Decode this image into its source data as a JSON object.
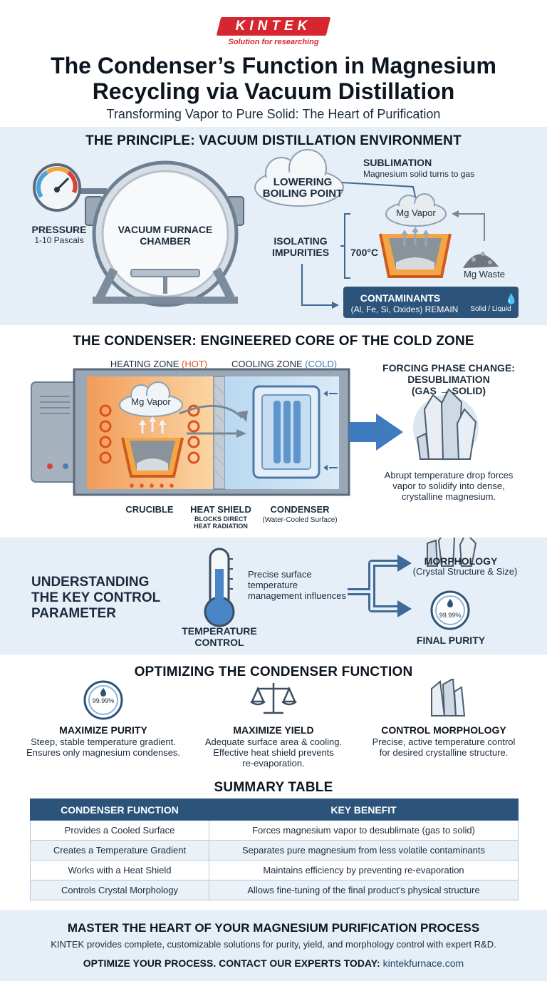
{
  "header": {
    "logo": "KINTEK",
    "logo_tagline": "Solution for researching",
    "title_line1": "The Condenser’s Function in Magnesium",
    "title_line2": "Recycling via Vacuum Distillation",
    "subtitle": "Transforming Vapor to Pure Solid: The Heart of Purification"
  },
  "principle": {
    "title": "THE PRINCIPLE: VACUUM DISTILLATION ENVIRONMENT",
    "pressure_label": "PRESSURE",
    "pressure_value": "1-10 Pascals",
    "chamber_label_1": "VACUUM FURNACE",
    "chamber_label_2": "CHAMBER",
    "cloud_1": "LOWERING",
    "cloud_2": "BOILING POINT",
    "sublimation_title": "SUBLIMATION",
    "sublimation_desc": "Magnesium solid turns to gas",
    "mg_vapor": "Mg Vapor",
    "isolating_1": "ISOLATING",
    "isolating_2": "IMPURITIES",
    "temperature": "700°C",
    "mg_waste": "Mg Waste",
    "contaminants_title": "CONTAMINANTS",
    "contaminants_desc": "(Al, Fe, Si, Oxides) REMAIN",
    "solid_liquid": "Solid / Liquid"
  },
  "condenser": {
    "title": "THE CONDENSER: ENGINEERED CORE OF THE COLD ZONE",
    "heating_zone": "HEATING ZONE",
    "heating_tag": "(HOT)",
    "cooling_zone": "COOLING ZONE",
    "cooling_tag": "(COLD)",
    "mg_vapor": "Mg Vapor",
    "crucible": "CRUCIBLE",
    "heat_shield": "HEAT SHIELD",
    "heat_shield_note_1": "BLOCKS DIRECT",
    "heat_shield_note_2": "HEAT RADIATION",
    "condenser_label": "CONDENSER",
    "condenser_note": "(Water-Cooled Surface)",
    "phase_title_1": "FORCING PHASE CHANGE:",
    "phase_title_2": "DESUBLIMATION",
    "phase_title_3": "(GAS → SOLID)",
    "phase_desc_1": "Abrupt temperature drop forces",
    "phase_desc_2": "vapor to solidify into dense,",
    "phase_desc_3": "crystalline magnesium."
  },
  "control": {
    "title_1": "UNDERSTANDING",
    "title_2": "THE KEY CONTROL",
    "title_3": "PARAMETER",
    "temp_label_1": "TEMPERATURE",
    "temp_label_2": "CONTROL",
    "desc_1": "Precise surface",
    "desc_2": "temperature",
    "desc_3": "management influences",
    "morphology_title": "MORPHOLOGY",
    "morphology_desc": "(Crystal Structure & Size)",
    "purity_badge": "99.99%",
    "final_purity": "FINAL PURITY"
  },
  "optimizing": {
    "title": "OPTIMIZING THE CONDENSER FUNCTION",
    "items": [
      {
        "badge": "99.99%",
        "title": "MAXIMIZE PURITY",
        "desc_1": "Steep, stable temperature gradient.",
        "desc_2": "Ensures only magnesium condenses.",
        "desc_3": ""
      },
      {
        "badge": "",
        "title": "MAXIMIZE YIELD",
        "desc_1": "Adequate surface area & cooling.",
        "desc_2": "Effective heat shield prevents",
        "desc_3": "re-evaporation."
      },
      {
        "badge": "",
        "title": "CONTROL MORPHOLOGY",
        "desc_1": "Precise, active temperature control",
        "desc_2": "for desired crystalline structure.",
        "desc_3": ""
      }
    ]
  },
  "summary": {
    "title": "SUMMARY TABLE",
    "headers": [
      "CONDENSER FUNCTION",
      "KEY BENEFIT"
    ],
    "rows": [
      [
        "Provides a Cooled Surface",
        "Forces magnesium vapor to desublimate (gas to solid)"
      ],
      [
        "Creates a Temperature Gradient",
        "Separates pure magnesium from less volatile contaminants"
      ],
      [
        "Works with a Heat Shield",
        "Maintains efficiency by preventing re-evaporation"
      ],
      [
        "Controls Crystal Morphology",
        "Allows fine-tuning of the final product’s physical structure"
      ]
    ]
  },
  "cta": {
    "title": "MASTER THE HEART OF YOUR MAGNESIUM PURIFICATION PROCESS",
    "desc": "KINTEK provides complete, customizable solutions for purity, yield, and morphology control with expert R&D.",
    "line": "OPTIMIZE YOUR PROCESS. CONTACT OUR EXPERTS TODAY:",
    "url": "kintekfurnace.com"
  },
  "colors": {
    "brand_red": "#d6262f",
    "navy": "#2c5379",
    "band_blue": "#e6eff7",
    "hot": "#e07b39",
    "cold": "#5a9fd4"
  }
}
